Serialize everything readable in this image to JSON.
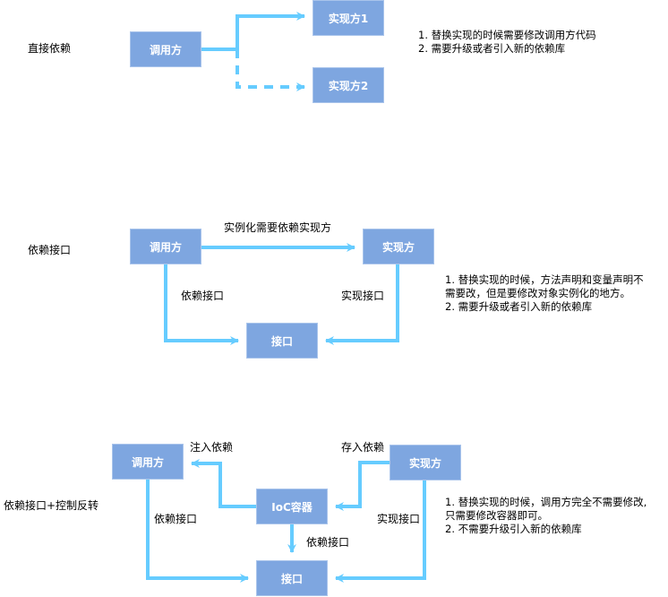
{
  "colors": {
    "node_fill": "#7ea6e0",
    "node_border": "#a9c4eb",
    "edge": "#66ccff",
    "text": "#000000",
    "node_text": "#ffffff"
  },
  "section1": {
    "title": "直接依赖",
    "nodes": {
      "caller": "调用方",
      "impl1": "实现方1",
      "impl2": "实现方2"
    },
    "notes": [
      "1. 替换实现的时候需要修改调用方代码",
      "2. 需要升级或者引入新的依赖库"
    ]
  },
  "section2": {
    "title": "依赖接口",
    "nodes": {
      "caller": "调用方",
      "impl": "实现方",
      "iface": "接口"
    },
    "edge_labels": {
      "instantiate": "实例化需要依赖实现方",
      "depend": "依赖接口",
      "implement": "实现接口"
    },
    "notes": [
      "1. 替换实现的时候，方法声明和变量声明不",
      "需要改，但是要修改对象实例化的地方。",
      "2. 需要升级或者引入新的依赖库"
    ]
  },
  "section3": {
    "title": "依赖接口+控制反转",
    "nodes": {
      "caller": "调用方",
      "impl": "实现方",
      "ioc": "IoC容器",
      "iface": "接口"
    },
    "edge_labels": {
      "inject": "注入依赖",
      "store": "存入依赖",
      "depend_left": "依赖接口",
      "ioc_depend": "依赖接口",
      "implement": "实现接口"
    },
    "notes": [
      "1. 替换实现的时候，调用方完全不需要修改,",
      "只需要修改容器即可。",
      "2. 不需要升级引入新的依赖库"
    ]
  }
}
